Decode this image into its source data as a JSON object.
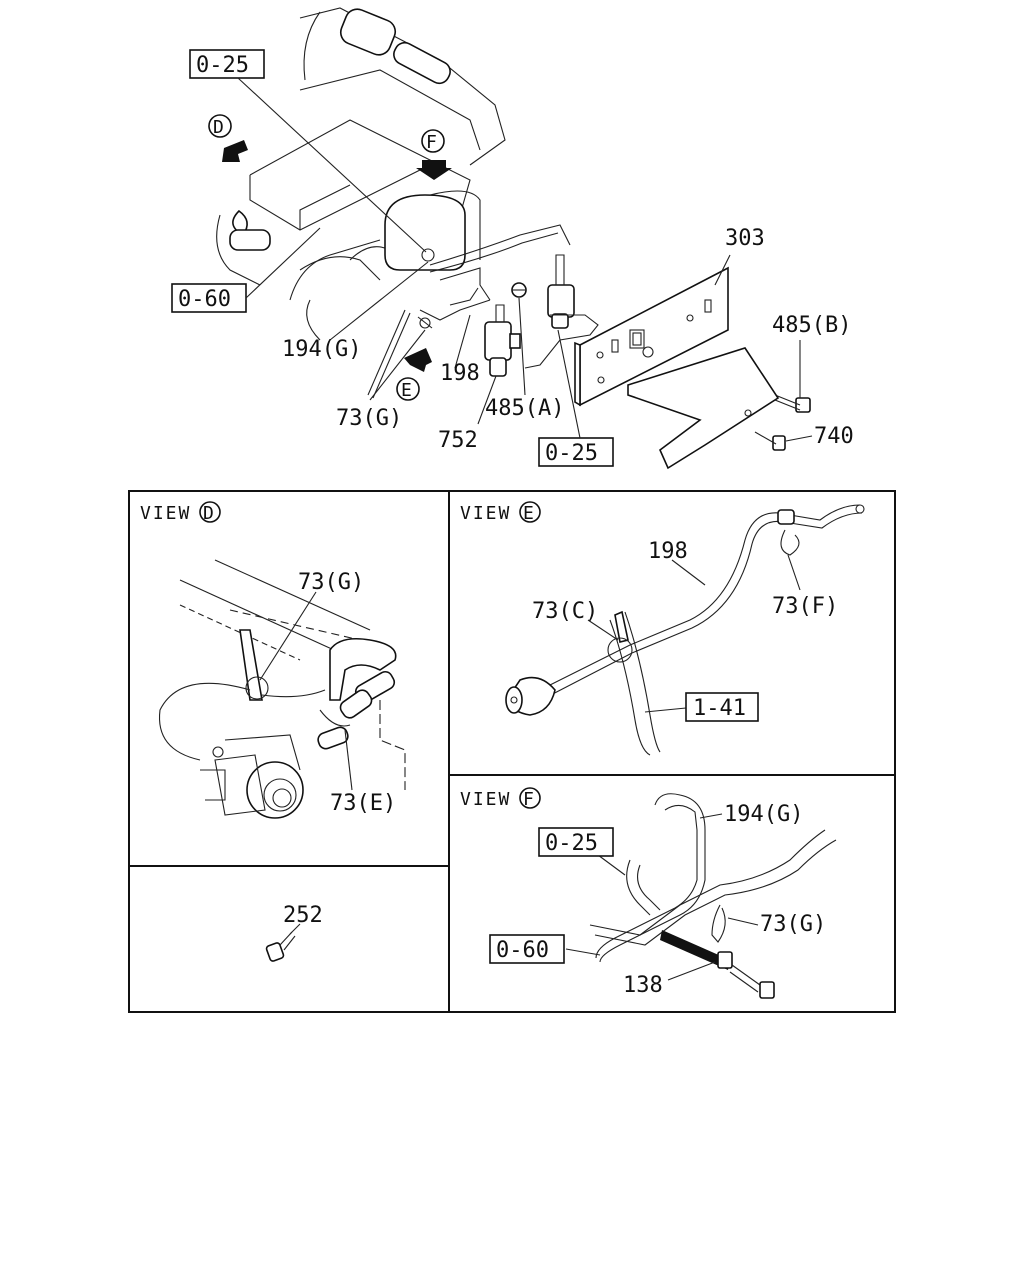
{
  "main": {
    "labels": {
      "ref_025_top": "0-25",
      "ref_060_left": "0-60",
      "ref_025_bottom": "0-25",
      "p303": "303",
      "p485b": "485(B)",
      "p740": "740",
      "p194g": "194(G)",
      "p198": "198",
      "p73g": "73(G)",
      "p485a": "485(A)",
      "p752": "752",
      "arrow_d": "D",
      "arrow_f": "F",
      "arrow_e": "E"
    }
  },
  "view_d": {
    "title": "VIEW",
    "letter": "D",
    "p73g": "73(G)",
    "p73e": "73(E)"
  },
  "view_e": {
    "title": "VIEW",
    "letter": "E",
    "p198": "198",
    "p73c": "73(C)",
    "p73f": "73(F)",
    "ref_141": "1-41"
  },
  "view_f": {
    "title": "VIEW",
    "letter": "F",
    "p194g": "194(G)",
    "ref_025": "0-25",
    "p73g": "73(G)",
    "ref_060": "0-60",
    "p138": "138"
  },
  "view_252": {
    "p252": "252"
  }
}
